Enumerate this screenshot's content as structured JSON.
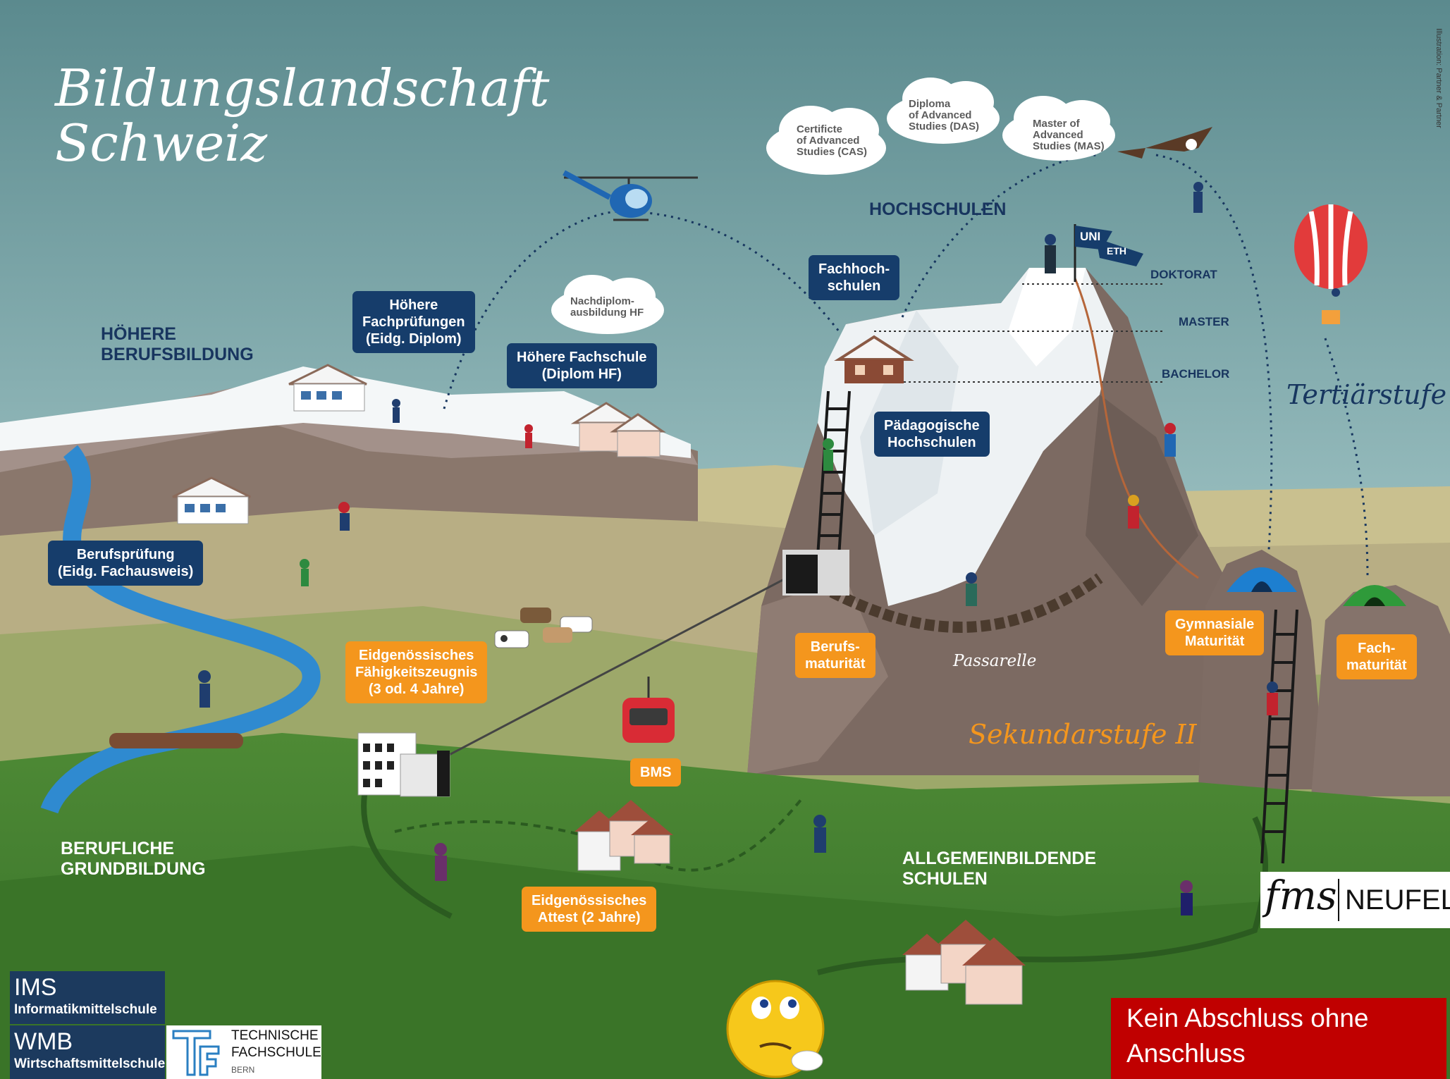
{
  "title": "Bildungslandschaft\nSchweiz",
  "credit": "Illustration: Partner & Partner",
  "regions": {
    "hoehere_berufsbildung": "HÖHERE\nBERUFSBILDUNG",
    "hochschulen": "HOCHSCHULEN",
    "berufliche_grundbildung": "BERUFLICHE\nGRUNDBILDUNG",
    "allgemeinbildende_schulen": "ALLGEMEINBILDENDE\nSCHULEN"
  },
  "stages": {
    "tertiaerstufe": "Tertiärstufe",
    "sekundarstufe": "Sekundarstufe II",
    "passarelle": "Passarelle"
  },
  "levels": {
    "doktorat": "DOKTORAT",
    "master": "MASTER",
    "bachelor": "BACHELOR"
  },
  "flags": {
    "uni": "UNI",
    "eth": "ETH"
  },
  "clouds": {
    "cas": "Certificte\nof Advanced\nStudies (CAS)",
    "das": "Diploma\nof Advanced\nStudies (DAS)",
    "mas": "Master of\nAdvanced\nStudies (MAS)",
    "nachdiplom": "Nachdiplom-\nausbildung HF"
  },
  "callouts_blue": {
    "hoehere_fachpruefungen": "Höhere\nFachprüfungen\n(Eidg. Diplom)",
    "hoehere_fachschule": "Höhere Fachschule\n(Diplom HF)",
    "berufspruefung": "Berufsprüfung\n(Eidg. Fachausweis)",
    "fachhochschulen": "Fachhoch-\nschulen",
    "paedagogische": "Pädagogische\nHochschulen"
  },
  "callouts_orange": {
    "efz": "Eidgenössisches\nFähigkeitszeugnis\n(3 od. 4 Jahre)",
    "bms": "BMS",
    "attest": "Eidgenössisches\nAttest (2 Jahre)",
    "berufsmaturitaet": "Berufs-\nmaturität",
    "gymnasiale": "Gymnasiale\nMaturität",
    "fachmaturitaet": "Fach-\nmaturität"
  },
  "logos": {
    "ims_title": "IMS",
    "ims_sub": "Informatikmittelschule",
    "wmb_title": "WMB",
    "wmb_sub": "Wirtschaftsmittelschule",
    "tf_line1": "TECHNISCHE",
    "tf_line2": "FACHSCHULE",
    "tf_line3": "BERN",
    "fms_script": "fms",
    "fms_name": "NEUFELD"
  },
  "banner": "Kein Abschluss ohne\nAnschluss",
  "colors": {
    "sky_top": "#5f8e91",
    "sky_bottom": "#c3dadb",
    "callout_blue": "#163d6b",
    "callout_orange": "#f4961d",
    "banner_red": "#c00000",
    "grass_dark": "#3f7a2d"
  }
}
